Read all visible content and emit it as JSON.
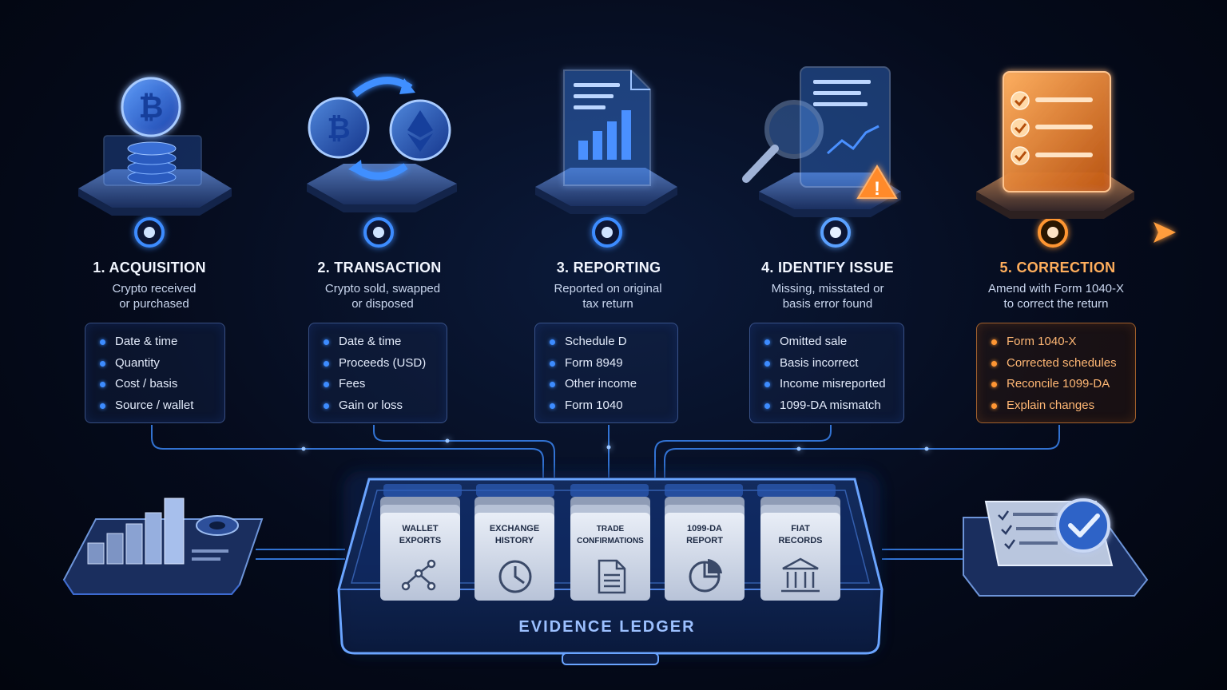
{
  "stages": [
    {
      "title": "1. ACQUISITION",
      "subtitle_lines": [
        "Crypto received",
        "or purchased"
      ],
      "items": [
        "Date & time",
        "Quantity",
        "Cost / basis",
        "Source / wallet"
      ],
      "accent": "#3d8cff"
    },
    {
      "title": "2. TRANSACTION",
      "subtitle_lines": [
        "Crypto sold, swapped",
        "or disposed"
      ],
      "items": [
        "Date & time",
        "Proceeds (USD)",
        "Fees",
        "Gain or loss"
      ],
      "accent": "#3d8cff"
    },
    {
      "title": "3. REPORTING",
      "subtitle_lines": [
        "Reported on original",
        "tax return"
      ],
      "items": [
        "Schedule D",
        "Form 8949",
        "Other income",
        "Form 1040"
      ],
      "accent": "#3d8cff"
    },
    {
      "title": "4. IDENTIFY ISSUE",
      "subtitle_lines": [
        "Missing, misstated or",
        "basis error found"
      ],
      "items": [
        "Omitted sale",
        "Basis incorrect",
        "Income misreported",
        "1099-DA mismatch"
      ],
      "accent": "#3d8cff"
    },
    {
      "title": "5. CORRECTION",
      "subtitle_lines": [
        "Amend with Form 1040-X",
        "to correct the return"
      ],
      "items": [
        "Form 1040-X",
        "Corrected schedules",
        "Reconcile 1099-DA",
        "Explain changes"
      ],
      "accent": "#ff9633"
    }
  ],
  "ledger": {
    "title": "EVIDENCE LEDGER",
    "folders": [
      {
        "lines": [
          "WALLET",
          "EXPORTS"
        ],
        "icon": "network-nodes-icon"
      },
      {
        "lines": [
          "EXCHANGE",
          "HISTORY"
        ],
        "icon": "clock-icon"
      },
      {
        "lines": [
          "TRADE",
          "CONFIRMATIONS"
        ],
        "icon": "document-icon"
      },
      {
        "lines": [
          "1099-DA",
          "REPORT"
        ],
        "icon": "pie-chart-icon"
      },
      {
        "lines": [
          "FIAT",
          "RECORDS"
        ],
        "icon": "bank-icon"
      }
    ]
  },
  "icons": {
    "stage_1": "bitcoin-coin-stack-icon",
    "stage_2": "crypto-swap-icon",
    "stage_3": "report-bar-chart-icon",
    "stage_4": "magnifier-warning-icon",
    "stage_5": "checklist-icon",
    "left_side": "bar-chart-dashboard-icon",
    "right_side": "approved-checklist-icon"
  },
  "colors": {
    "background": "#050b1c",
    "accent_blue": "#3d8cff",
    "accent_orange": "#ff9633",
    "text_primary": "#f2f6ff",
    "text_secondary": "#c9d6ee"
  }
}
